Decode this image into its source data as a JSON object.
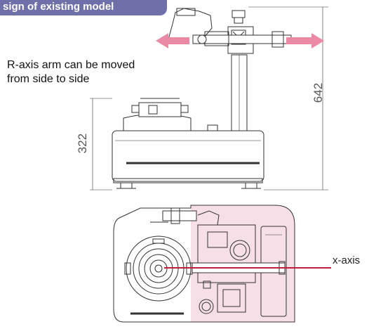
{
  "header": {
    "badge_text": "sign of existing model"
  },
  "annotations": {
    "r_axis_caption_line1": "R-axis arm can be moved",
    "r_axis_caption_line2": "from side to side",
    "x_axis_label": "x-axis"
  },
  "dimensions": {
    "height_overall": "642",
    "height_base": "322"
  },
  "colors": {
    "badge_bg": "#6f6fa9",
    "arrow": "#ec8aa6",
    "x_axis_line": "#c0203a",
    "highlight": "#f6dfe6",
    "drawing_line": "#333333"
  }
}
